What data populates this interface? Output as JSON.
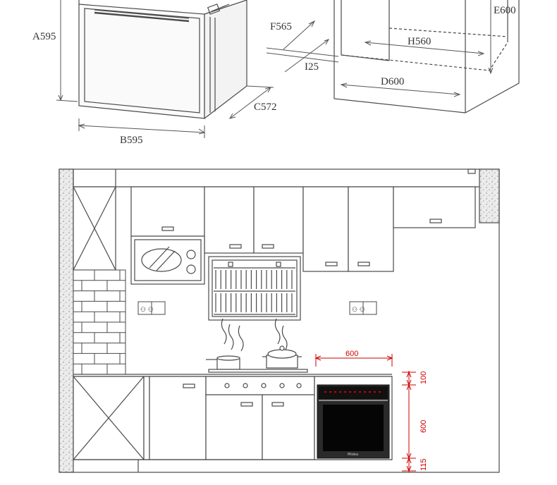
{
  "oven_dimensions": {
    "height_label": "A595",
    "width_label": "B595",
    "depth_label": "C572"
  },
  "cutout_dimensions": {
    "front_width_label": "F565",
    "gap_label": "I25",
    "inner_width_label": "H560",
    "depth_label": "D600",
    "height_label": "E600"
  },
  "kitchen_layout": {
    "oven_width_label": "600",
    "top_clearance_label": "100",
    "oven_height_label": "600",
    "bottom_clearance_label": "115",
    "oven_brand": "Midea"
  },
  "colors": {
    "line": "#4a4a4a",
    "dim_red": "#cc0000",
    "oven_body": "#1a1a1a"
  }
}
